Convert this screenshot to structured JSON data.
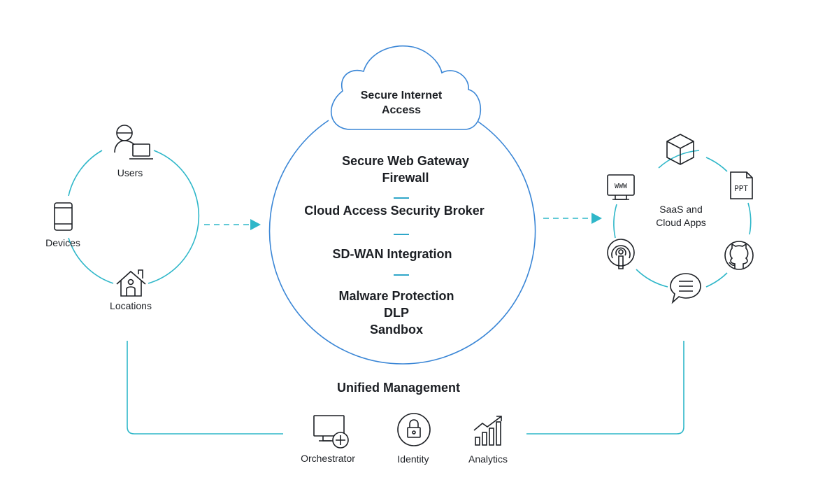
{
  "colors": {
    "circle_blue": "#3a86d6",
    "accent_teal": "#2fb7c9",
    "icon_stroke": "#1c1f24"
  },
  "left": {
    "users": "Users",
    "devices": "Devices",
    "locations": "Locations"
  },
  "cloud": {
    "line1": "Secure Internet",
    "line2": "Access"
  },
  "center": {
    "g1": [
      "Secure Web Gateway",
      "Firewall"
    ],
    "g2": [
      "Cloud Access Security Broker"
    ],
    "g3": [
      "SD-WAN Integration"
    ],
    "g4": [
      "Malware Protection",
      "DLP",
      "Sandbox"
    ]
  },
  "right": {
    "label_line1": "SaaS and",
    "label_line2": "Cloud Apps",
    "www_text": "WWW",
    "ppt_text": "PPT",
    "icons": [
      "cube-icon",
      "www-icon",
      "ppt-file-icon",
      "podcast-icon",
      "github-icon",
      "chat-icon"
    ]
  },
  "management": {
    "title": "Unified Management",
    "orchestrator": "Orchestrator",
    "identity": "Identity",
    "analytics": "Analytics"
  }
}
